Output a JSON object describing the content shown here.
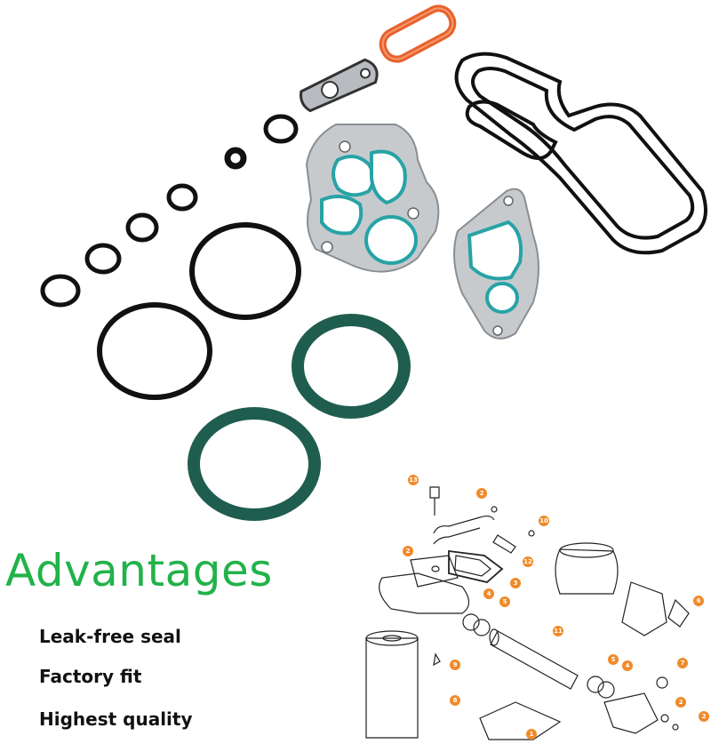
{
  "heading": "Advantages",
  "advantages": [
    "Leak-free seal",
    "Factory fit",
    "Highest quality"
  ],
  "colors": {
    "heading": "#22b24a",
    "green_ring": "#1f5e4f",
    "black_ring": "#111111",
    "orange_gasket": "#e8622d",
    "teal_bead": "#27a3a6",
    "plate": "#c7cacd",
    "callout": "#f08a2a"
  },
  "diagram": {
    "callouts": [
      "13",
      "2",
      "10",
      "2",
      "12",
      "3",
      "4",
      "5",
      "6",
      "11",
      "9",
      "8",
      "5",
      "4",
      "7",
      "2",
      "2",
      "1"
    ]
  },
  "icons": [
    "o-ring",
    "gasket",
    "oil-filter",
    "exploded-parts-diagram"
  ]
}
